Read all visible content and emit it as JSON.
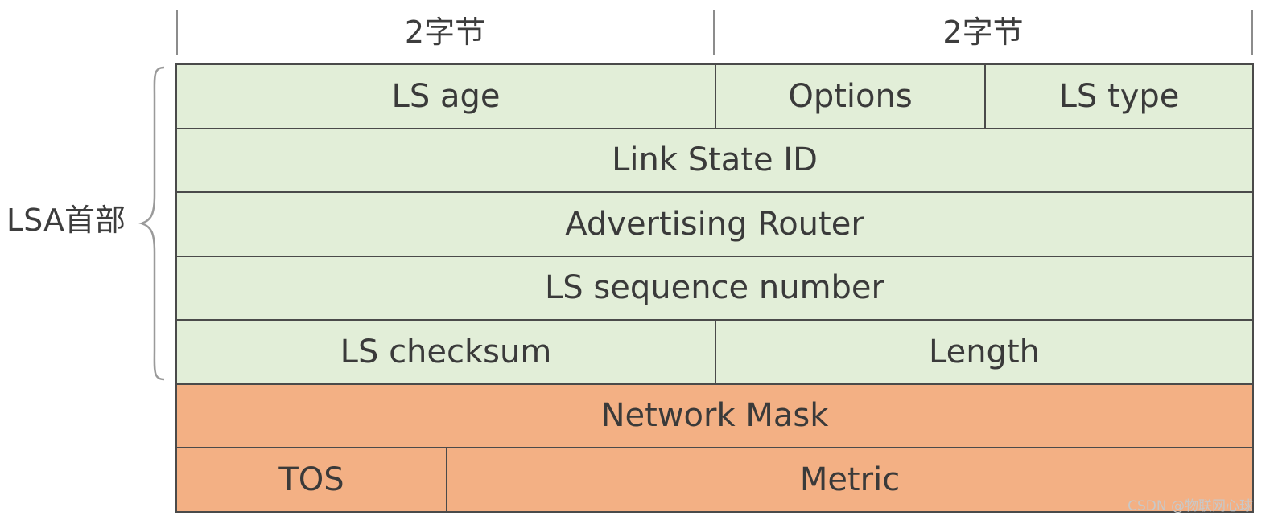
{
  "byte_labels": [
    "2字节",
    "2字节"
  ],
  "header_label": "LSA首部",
  "rows": [
    {
      "group": "header",
      "cells": [
        "LS age",
        "Options",
        "LS type"
      ]
    },
    {
      "group": "header",
      "cells": [
        "Link State ID"
      ]
    },
    {
      "group": "header",
      "cells": [
        "Advertising Router"
      ]
    },
    {
      "group": "header",
      "cells": [
        "LS sequence number"
      ]
    },
    {
      "group": "header",
      "cells": [
        "LS checksum",
        "Length"
      ]
    },
    {
      "group": "body",
      "cells": [
        "Network Mask"
      ]
    },
    {
      "group": "body",
      "cells": [
        "TOS",
        "Metric"
      ]
    }
  ],
  "colors": {
    "header_fill": "#e2eed8",
    "body_fill": "#f3b084",
    "border": "#4a4a4a"
  },
  "watermark": "CSDN @物联网心球"
}
